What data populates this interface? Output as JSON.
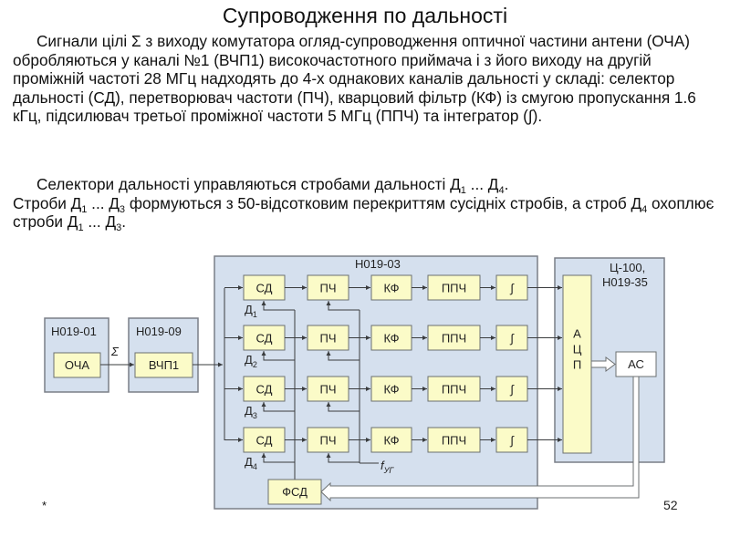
{
  "slide": {
    "title": "Супроводження по дальності",
    "paragraph1": "Сигнали цілі Σ з виходу комутатора огляд-супроводження оптичної частини антени (ОЧА) обробляються у каналі №1 (ВЧП1) високочастотного приймача і з його виходу на другій проміжній частоті 28 МГц надходять до 4-х однакових каналів дальності у складі: селектор дальності (СД), перетворювач частоти (ПЧ), кварцовий фільтр (КФ) із смугою пропускання 1.6 кГц, підсилювач третьої проміжної частоти 5 МГц (ППЧ) та інтегратор (∫).",
    "paragraph2": {
      "s1_pre": "Селектори дальності управляються стробами дальності Д",
      "s1_sub1": "1",
      "s1_mid": " ...  Д",
      "s1_sub2": "4",
      "s1_end": ".",
      "s2_pre": "Строби  Д",
      "s2_sub1": "1",
      "s2_mid": " ...  Д",
      "s2_sub2": "3",
      "s2_post": " формуються з 50-відсотковим перекриттям сусідніх стробів, а строб Д",
      "s2_sub3": "4",
      "s2_post2": " охоплює строби Д",
      "s2_sub4": "1",
      "s2_mid2": " ...  Д",
      "s2_sub5": "3",
      "s2_end": "."
    },
    "footer_mark": "*",
    "page_number": "52"
  },
  "diagram": {
    "panels": {
      "p1": "Н019-01",
      "p2": "Н019-09",
      "p3": "Н019-03",
      "p4_line1": "Ц-100,",
      "p4_line2": "Н019-35"
    },
    "blocks": {
      "ocha": "ОЧА",
      "vchp1": "ВЧП1",
      "sd": "СД",
      "pch": "ПЧ",
      "kf": "КФ",
      "ppch": "ППЧ",
      "integrator": "∫",
      "adc_1": "А",
      "adc_2": "Ц",
      "adc_3": "П",
      "ac": "АС",
      "fsd": "ФСД"
    },
    "labels": {
      "sigma": "Σ",
      "d": "Д",
      "d_subs": [
        "1",
        "2",
        "3",
        "4"
      ],
      "f": "f",
      "f_sub": "УГ"
    },
    "colors": {
      "panel": "#d5e0ee",
      "block": "#fbfbc8"
    }
  }
}
